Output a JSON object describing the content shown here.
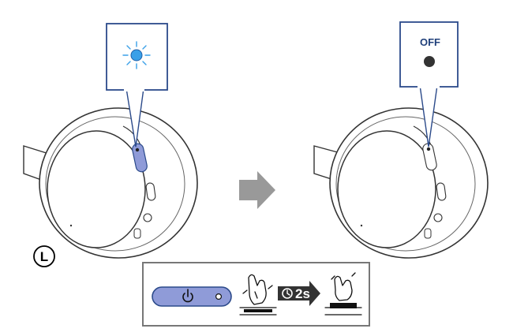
{
  "callouts": {
    "led_on": {
      "state": "blinking",
      "color": "#3aa0e8"
    },
    "led_off": {
      "label": "OFF",
      "color": "#333333"
    }
  },
  "side_label": "L",
  "arrow": {
    "color": "#999999"
  },
  "instruction": {
    "timer_label": "2s",
    "button_color": "#8f9bd8"
  },
  "colors": {
    "callout_border": "#2b4a8a",
    "callout_fill": "#ffffff",
    "panel_border": "#777777"
  }
}
